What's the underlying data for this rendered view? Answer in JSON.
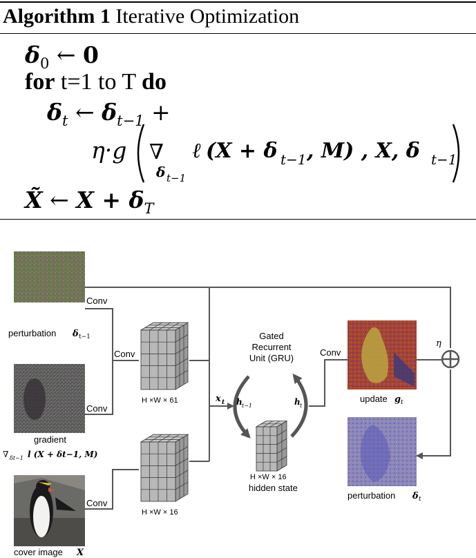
{
  "algorithm": {
    "label": "Algorithm 1",
    "title": "Iterative Optimization",
    "line1": {
      "lhs": "δ",
      "lhs_sub": "0",
      "arrow": "←",
      "rhs": "0"
    },
    "line2": {
      "kw_for": "for",
      "range": "t=1 to T",
      "kw_do": "do"
    },
    "line3": {
      "lhs": "δ",
      "lhs_sub": "t",
      "arrow": "←",
      "rhs": "δ",
      "rhs_sub": "t−1",
      "plus": "+"
    },
    "line4": {
      "eta_g": "η·g",
      "nabla": "∇",
      "nabla_sub": "δ",
      "nabla_sub_sub": "t−1",
      "loss": "ℓ",
      "args": "(X + δ",
      "args_sub": "t−1",
      "args_tail": ", M) , X, δ",
      "tail_sub": "t−1"
    },
    "line5": {
      "lhs": "X̃",
      "arrow": "←",
      "rhs": "X + δ",
      "rhs_sub": "T"
    }
  },
  "diagram": {
    "perturbation_in_caption": "perturbation",
    "perturbation_in_symbol": "δ",
    "perturbation_in_sub": "t−1",
    "gradient_caption": "gradient",
    "gradient_formula": "∇",
    "gradient_formula_sub": "δt−1",
    "gradient_formula_tail": "l (X + δt−1, M)",
    "cover_caption": "cover image",
    "cover_symbol": "X",
    "conv_label": "Conv",
    "tensor1_label": "H ×W × 61",
    "tensor2_label": "H ×W × 16",
    "hidden_label": "H ×W × 16",
    "hidden_caption": "hidden state",
    "gru_line1": "Gated",
    "gru_line2": "Recurrent",
    "gru_line3": "Unit (GRU)",
    "x_t": "x",
    "x_t_sub": "t",
    "h_prev": "h",
    "h_prev_sub": "t−1",
    "h_t": "h",
    "h_t_sub": "t",
    "update_caption": "update",
    "update_symbol": "g",
    "update_sub": "t",
    "perturbation_out_caption": "perturbation",
    "perturbation_out_symbol": "δ",
    "perturbation_out_sub": "t",
    "eta": "η"
  },
  "colors": {
    "line": "#555555",
    "noise_green": "#6b8a4a",
    "noise_purple": "#7a5a8a",
    "update_red": "#b0432c",
    "update_yellow": "#c8b040",
    "out_blue": "#8080c0"
  }
}
